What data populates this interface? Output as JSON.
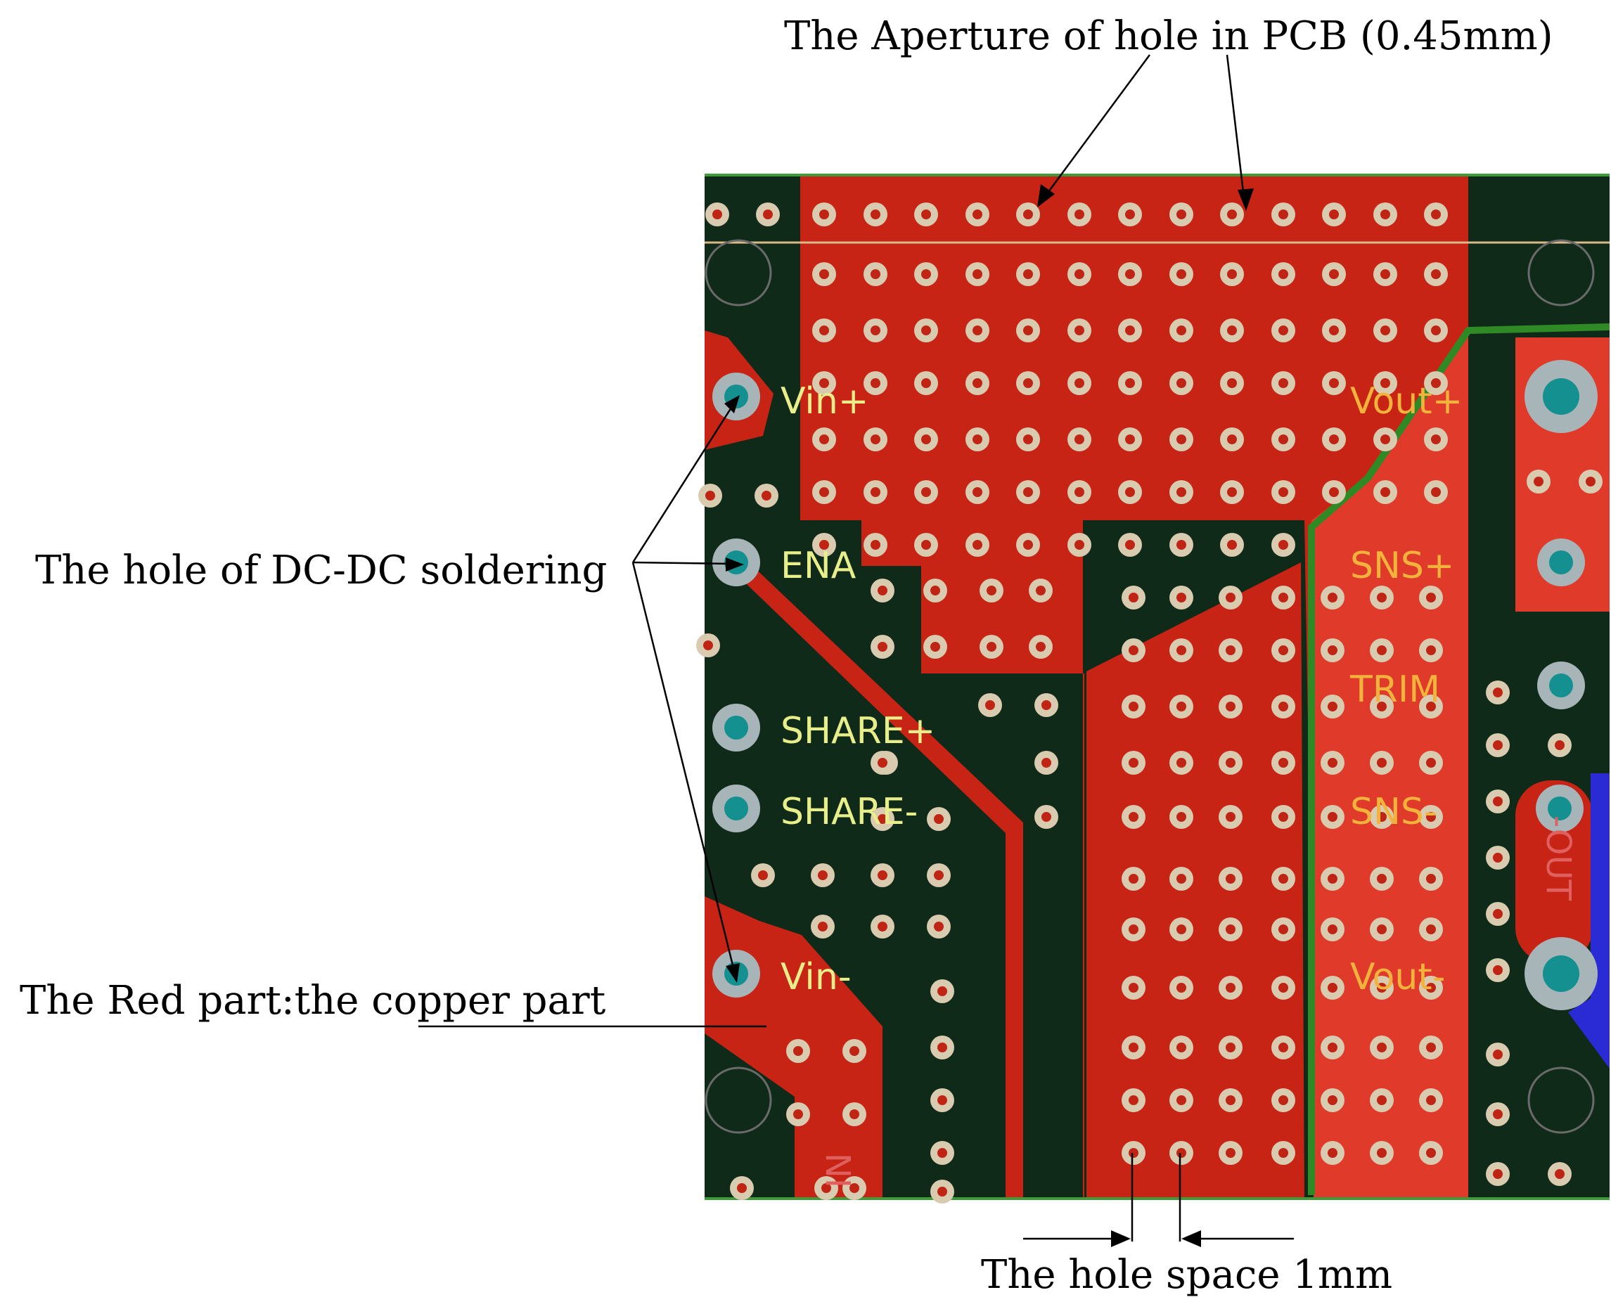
{
  "annotations": {
    "aperture": "The Aperture of hole in PCB (0.45mm)",
    "dcdc_hole": "The hole of DC-DC soldering",
    "red_part": "The Red part:the copper part",
    "hole_space": "The hole space 1mm"
  },
  "pins_left": [
    "Vin+",
    "ENA",
    "SHARE+",
    "SHARE-",
    "Vin-"
  ],
  "pins_right": [
    "Vout+",
    "SNS+",
    "TRIM",
    "SNS-",
    "Vout-"
  ],
  "silkscreen": {
    "right_vertical": "-OUT",
    "left_bottom": "IN"
  },
  "colors": {
    "board": "#0f2a18",
    "copper": "#c82416",
    "copper_light": "#e03a2a",
    "pad": "#d9cbb0",
    "pad_hole": "#c02414",
    "big_pad_ring": "#a7b5b8",
    "big_pad_center": "#13908f",
    "trace_green": "#2f8a26",
    "accent_blue": "#2b2bd6"
  }
}
